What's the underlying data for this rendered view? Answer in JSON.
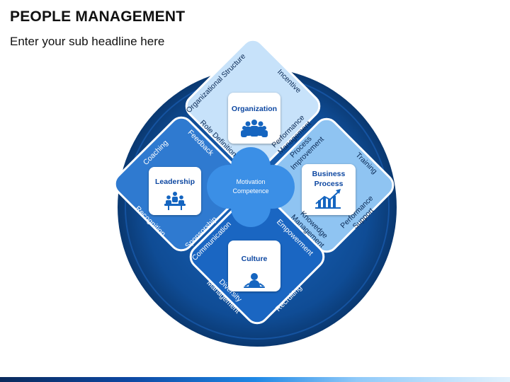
{
  "header": {
    "title": "PEOPLE MANAGEMENT",
    "subtitle": "Enter your sub headline here"
  },
  "colors": {
    "circle_outer": "#0d3f7c",
    "circle_ring": "#1456a3",
    "top_diamond": "#c7e2fa",
    "left_diamond": "#2f7ad0",
    "right_diamond": "#8fc4f2",
    "bottom_diamond": "#1a66c2",
    "center": "#3b8fe6"
  },
  "center": {
    "line1": "Motivation",
    "line2": "Competence"
  },
  "quadrants": {
    "organization": {
      "title": "Organization",
      "icon": "team-icon"
    },
    "leadership": {
      "title": "Leadership",
      "icon": "meeting-icon"
    },
    "business_process": {
      "title1": "Business",
      "title2": "Process",
      "icon": "growth-chart-icon"
    },
    "culture": {
      "title": "Culture",
      "icon": "person-icon"
    }
  },
  "labels": {
    "organizational_structure": "Organizational Structure",
    "incentive": "Incentive",
    "role_definition": "Role Definition",
    "performance_management_1": "Performance",
    "performance_management_2": "Management",
    "coaching": "Coaching",
    "feedback": "Feedback",
    "recognition": "Recognition",
    "sponsorship": "Sponsorship",
    "process_improvement_1": "Process",
    "process_improvement_2": "Improvement",
    "training": "Training",
    "knowledge_management_1": "Knowedge",
    "knowledge_management_2": "Management",
    "performance_support_1": "Performance",
    "performance_support_2": "Support",
    "communication": "Communication",
    "empowerment": "Empowerment",
    "diversity_management_1": "Diversity",
    "diversity_management_2": "Management",
    "recruiting": "Recruiting"
  }
}
